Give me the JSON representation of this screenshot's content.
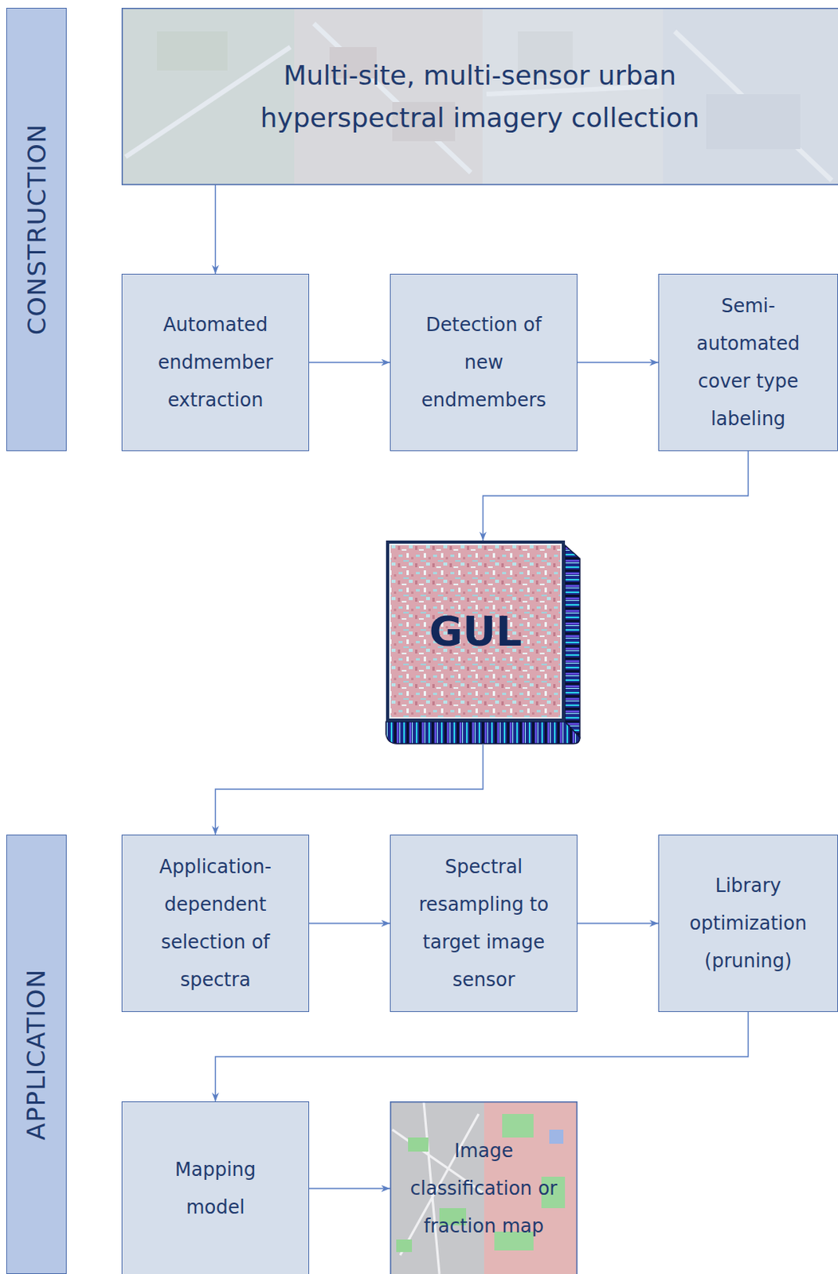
{
  "diagram": {
    "nodes": [
      {
        "text": [
          "CONSTRUCTION"
        ]
      },
      {
        "text": [
          "Multi-site, multi-sensor urban hyperspectral imagery collection"
        ]
      },
      {
        "text": [
          "Automated endmember extraction"
        ]
      },
      {
        "text": [
          "Detection of new endmembers"
        ]
      },
      {
        "text": [
          "Semi- automated cover type labeling"
        ]
      },
      {
        "text": [
          "GUL"
        ]
      },
      {
        "text": [
          "APPLICATION"
        ]
      },
      {
        "text": [
          "Application- dependent selection of spectra"
        ]
      },
      {
        "text": [
          "Spectral resampling to target image sensor"
        ]
      },
      {
        "text": [
          "Library optimization (pruning)"
        ]
      },
      {
        "text": [
          "Mapping model"
        ]
      },
      {
        "text": [
          "Image classification or fraction map"
        ]
      }
    ],
    "edges": [
      {
        "from": 1,
        "to": 2,
        "arrow": "to"
      },
      {
        "from": 2,
        "to": 3,
        "arrow": "to"
      },
      {
        "from": 3,
        "to": 4,
        "arrow": "to"
      },
      {
        "from": 4,
        "to": 5,
        "arrow": "to"
      },
      {
        "from": 5,
        "to": 7,
        "arrow": "to"
      },
      {
        "from": 7,
        "to": 8,
        "arrow": "to"
      },
      {
        "from": 8,
        "to": 9,
        "arrow": "to"
      },
      {
        "from": 9,
        "to": 10,
        "arrow": "to"
      },
      {
        "from": 10,
        "to": 11,
        "arrow": "to"
      }
    ]
  }
}
